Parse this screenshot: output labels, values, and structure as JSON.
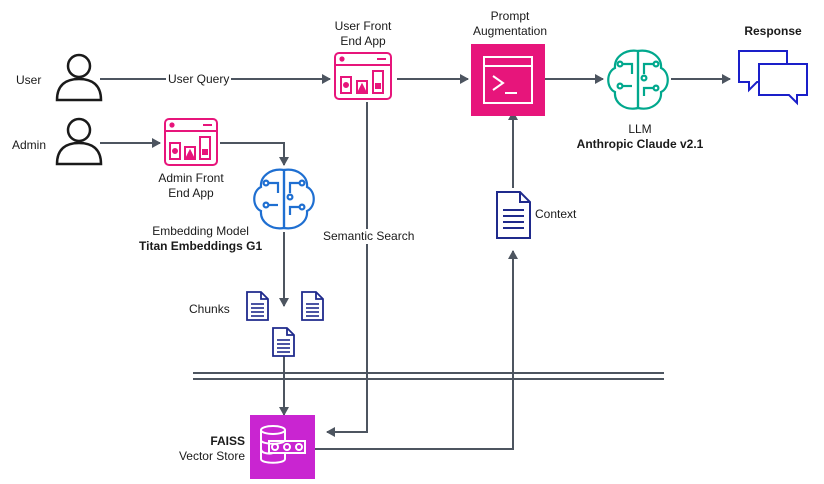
{
  "actors": {
    "user": "User",
    "admin": "Admin"
  },
  "edges": {
    "user_query": "User Query",
    "semantic_search": "Semantic Search",
    "context": "Context",
    "chunks": "Chunks"
  },
  "nodes": {
    "user_app": {
      "line1": "User Front",
      "line2": "End App"
    },
    "admin_app": {
      "line1": "Admin Front",
      "line2": "End App"
    },
    "prompt": {
      "line1": "Prompt",
      "line2": "Augmentation"
    },
    "llm": {
      "label": "LLM",
      "model": "Anthropic Claude v2.1"
    },
    "embedding": {
      "label": "Embedding Model",
      "model": "Titan Embeddings G1"
    },
    "vector_store": {
      "name": "FAISS",
      "label": "Vector Store"
    },
    "response": {
      "label": "Response"
    }
  },
  "colors": {
    "app_pink": "#E7157B",
    "faiss_purple": "#C925D1",
    "embedding_blue": "#1F6FD1",
    "llm_teal": "#01A88D",
    "doc_navy": "#1F2A8C",
    "response_blue": "#1A1FC9",
    "connector_gray": "#4D5560"
  }
}
